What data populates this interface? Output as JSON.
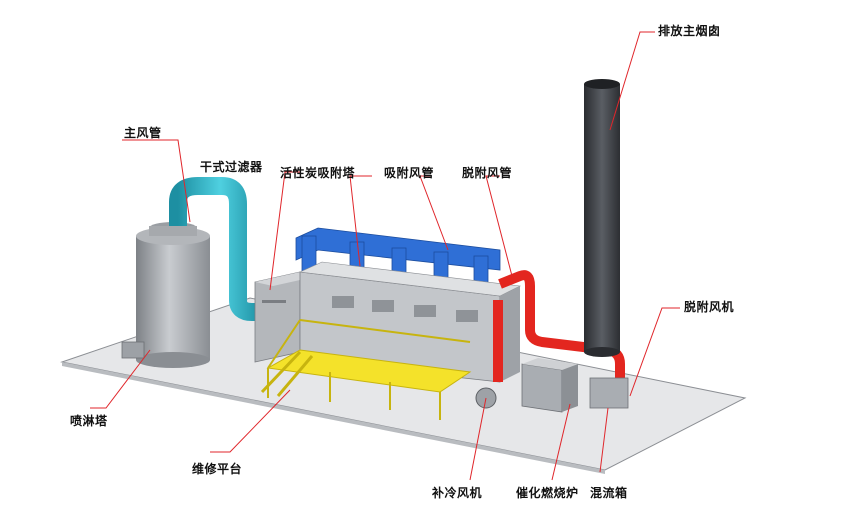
{
  "colors": {
    "background": "#ffffff",
    "leader_line": "#e0262b",
    "duct_cyan": "#2ab3c7",
    "duct_blue": "#2f6fd6",
    "desorption_red": "#e3261f",
    "platform_yellow": "#f4e22a",
    "chimney_dark": "#3a3d42",
    "equipment_gray": "#a9adb2"
  },
  "labels": {
    "main_chimney": "排放主烟囱",
    "main_duct": "主风管",
    "dry_filter": "干式过滤器",
    "carbon_tower": "活性炭吸附塔",
    "adsorption_duct": "吸附风管",
    "desorption_duct": "脱附风管",
    "desorption_fan": "脱附风机",
    "spray_tower": "喷淋塔",
    "maintenance_platform": "维修平台",
    "cooling_fan": "补冷风机",
    "catalytic_burner": "催化燃烧炉",
    "mixing_box": "混流箱"
  }
}
